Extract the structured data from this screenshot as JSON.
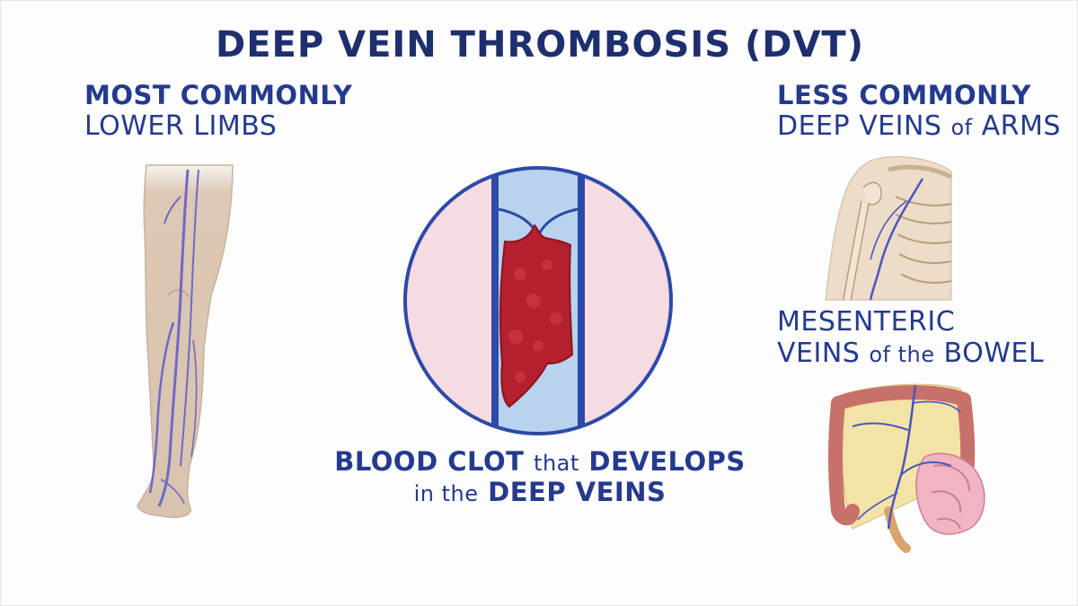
{
  "title": "DEEP VEIN THROMBOSIS (DVT)",
  "left_label": {
    "line1": "MOST COMMONLY",
    "line2": "LOWER LIMBS"
  },
  "right_top_label": {
    "line1": "LESS COMMONLY",
    "line2_a": "DEEP VEINS ",
    "line2_b": "of",
    "line2_c": " ARMS"
  },
  "right_bottom_label": {
    "line1": "MESENTERIC",
    "line2_a": "VEINS ",
    "line2_b": "of the",
    "line2_c": " BOWEL"
  },
  "caption": {
    "line1_a": "BLOOD CLOT ",
    "line1_b": "that",
    "line1_c": " DEVELOPS",
    "line2_a": "in the",
    "line2_b": " DEEP VEINS"
  },
  "colors": {
    "text": "#243a8e",
    "title": "#1e2f6e",
    "vein_outline": "#2d4aa8",
    "vein_fill": "#b9d3ef",
    "circle_fill": "#f6dbe3",
    "clot": "#b5202e",
    "skin": "#dcc8b4"
  }
}
